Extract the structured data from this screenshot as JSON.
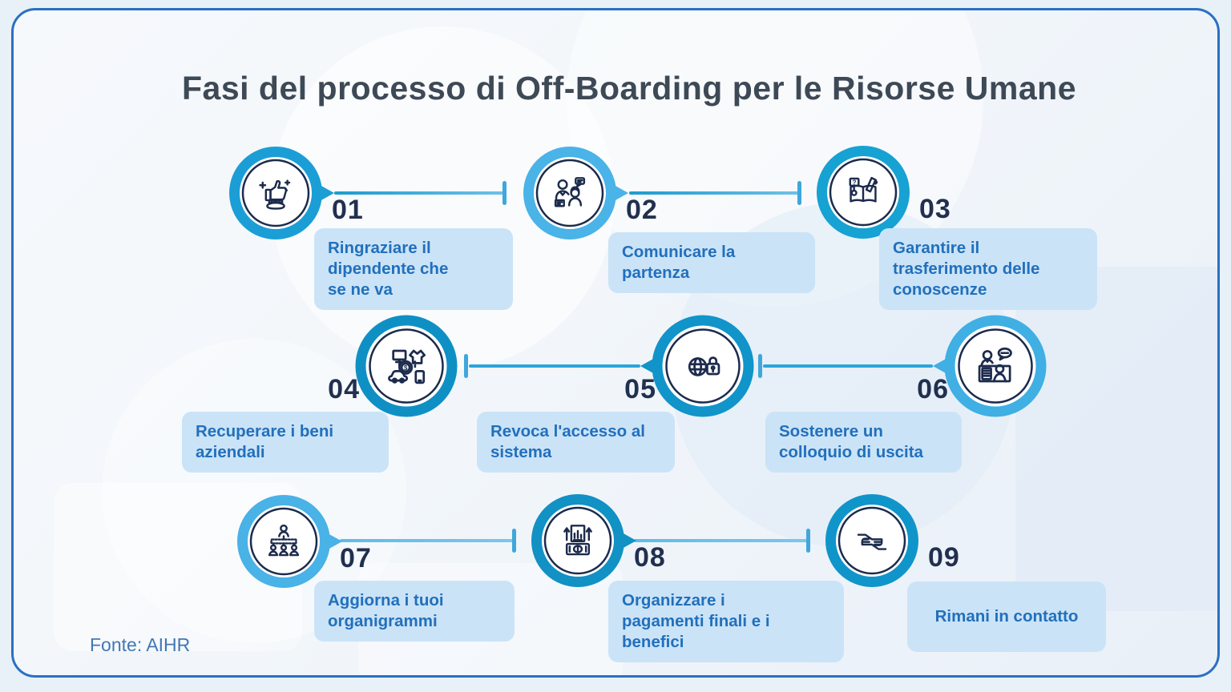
{
  "title": "Fasi del processo di Off-Boarding per le Risorse Umane",
  "source": "Fonte: AIHR",
  "colors": {
    "page_bg": "#E8F0F8",
    "card_bg": "#F2F6FA",
    "card_border": "#2A70C2",
    "title_text": "#3E4956",
    "number_text": "#22304F",
    "note_bg": "#CBE3F7",
    "note_text": "#2170BC",
    "icon_stroke": "#1C2B4C",
    "source_text": "#4178B5",
    "line_a": "#1E9BCF",
    "line_b": "#6FC0E9",
    "line_solid": "#2AA6D9",
    "line_light": "#5FBCE8",
    "tick": "#3FA7DB"
  },
  "steps": [
    {
      "number": "01",
      "label": "Ringraziare il\ndipendente che\nse ne va",
      "icon": "thumbs-up-celebration",
      "ring_color": "#1B9ED5"
    },
    {
      "number": "02",
      "label": "Comunicare la\npartenza",
      "icon": "employees-chat",
      "ring_color": "#4AB3E7"
    },
    {
      "number": "03",
      "label": "Garantire il\ntrasferimento delle\nconoscenze",
      "icon": "knowledge-book",
      "ring_color": "#16A2D2"
    },
    {
      "number": "04",
      "label": "Recuperare i beni\naziendali",
      "icon": "company-assets",
      "ring_color": "#0F90C5"
    },
    {
      "number": "05",
      "label": "Revoca l'accesso al\nsistema",
      "icon": "globe-lock",
      "ring_color": "#1094C9"
    },
    {
      "number": "06",
      "label": "Sostenere un\ncolloquio di uscita",
      "icon": "exit-interview",
      "ring_color": "#3FAFE4"
    },
    {
      "number": "07",
      "label": "Aggiorna i tuoi\norganigrammi",
      "icon": "org-chart",
      "ring_color": "#49B2E6"
    },
    {
      "number": "08",
      "label": "Organizzare i\npagamenti finali e i\nbenefici",
      "icon": "payments-document",
      "ring_color": "#1191C4"
    },
    {
      "number": "09",
      "label": "Rimani in contatto",
      "icon": "handshake",
      "ring_color": "#1095CA"
    }
  ]
}
